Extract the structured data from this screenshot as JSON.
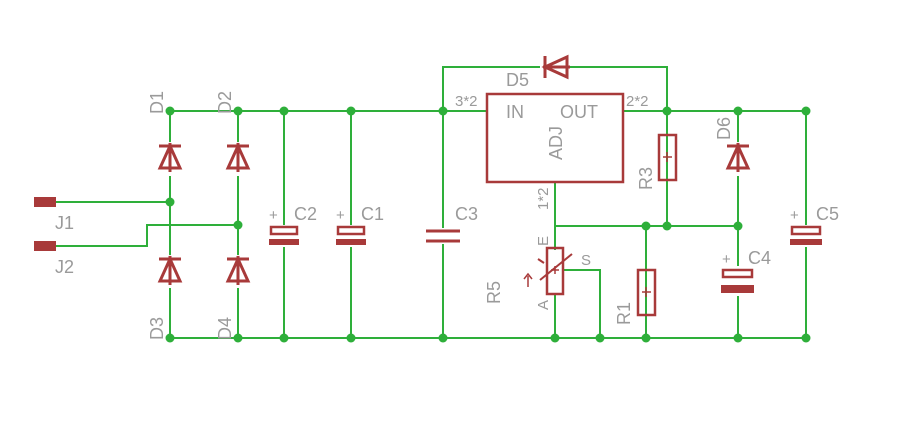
{
  "labels": {
    "j1": "J1",
    "j2": "J2",
    "d1": "D1",
    "d2": "D2",
    "d3": "D3",
    "d4": "D4",
    "d5": "D5",
    "d6": "D6",
    "c1": "C1",
    "c2": "C2",
    "c3": "C3",
    "c4": "C4",
    "c5": "C5",
    "r1": "R1",
    "r3": "R3",
    "r5": "R5",
    "reg_in": "IN",
    "reg_out": "OUT",
    "reg_adj": "ADJ",
    "pin_in": "3*2",
    "pin_out": "2*2",
    "pin_adj": "1*2",
    "pot_e": "E",
    "pot_a": "A",
    "pot_s": "S",
    "plus": "+"
  },
  "colors": {
    "wire": "#2eaf3a",
    "part": "#a83a3a",
    "text": "#9a9a9a"
  }
}
